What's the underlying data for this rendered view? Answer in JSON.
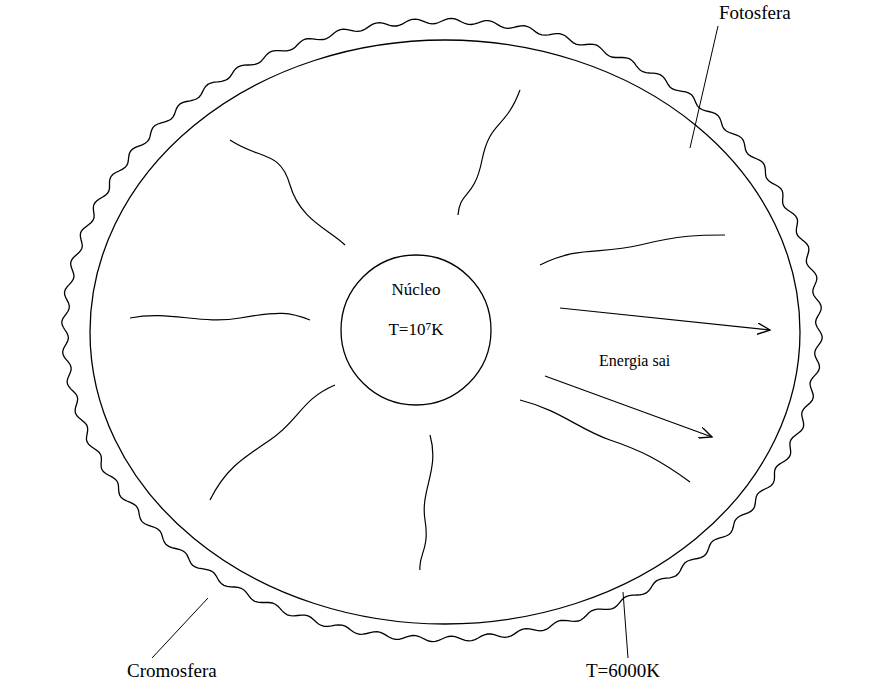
{
  "diagram": {
    "nodes": [
      {
        "text": [
          "Núcleo",
          "T=10⁷K"
        ]
      }
    ],
    "labels": [
      "Fotosfera",
      "Energia sai",
      "Cromosfera",
      "T=6000K"
    ]
  }
}
